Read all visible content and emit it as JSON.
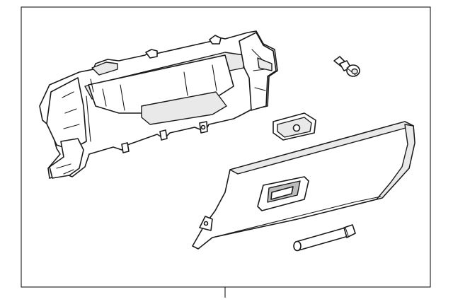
{
  "diagram": {
    "type": "exploded-parts-view",
    "parts": [
      {
        "id": "glove-box-housing",
        "icon": "glove-box-housing-icon"
      },
      {
        "id": "push-clip",
        "icon": "push-clip-icon"
      },
      {
        "id": "lock-cover-plate",
        "icon": "lock-cover-plate-icon"
      },
      {
        "id": "glove-box-door",
        "icon": "glove-box-door-icon"
      },
      {
        "id": "damper-rod",
        "icon": "damper-rod-icon"
      }
    ],
    "colors": {
      "line": "#1a1a1a",
      "background": "#ffffff",
      "shade": "#e9e9e9"
    }
  }
}
